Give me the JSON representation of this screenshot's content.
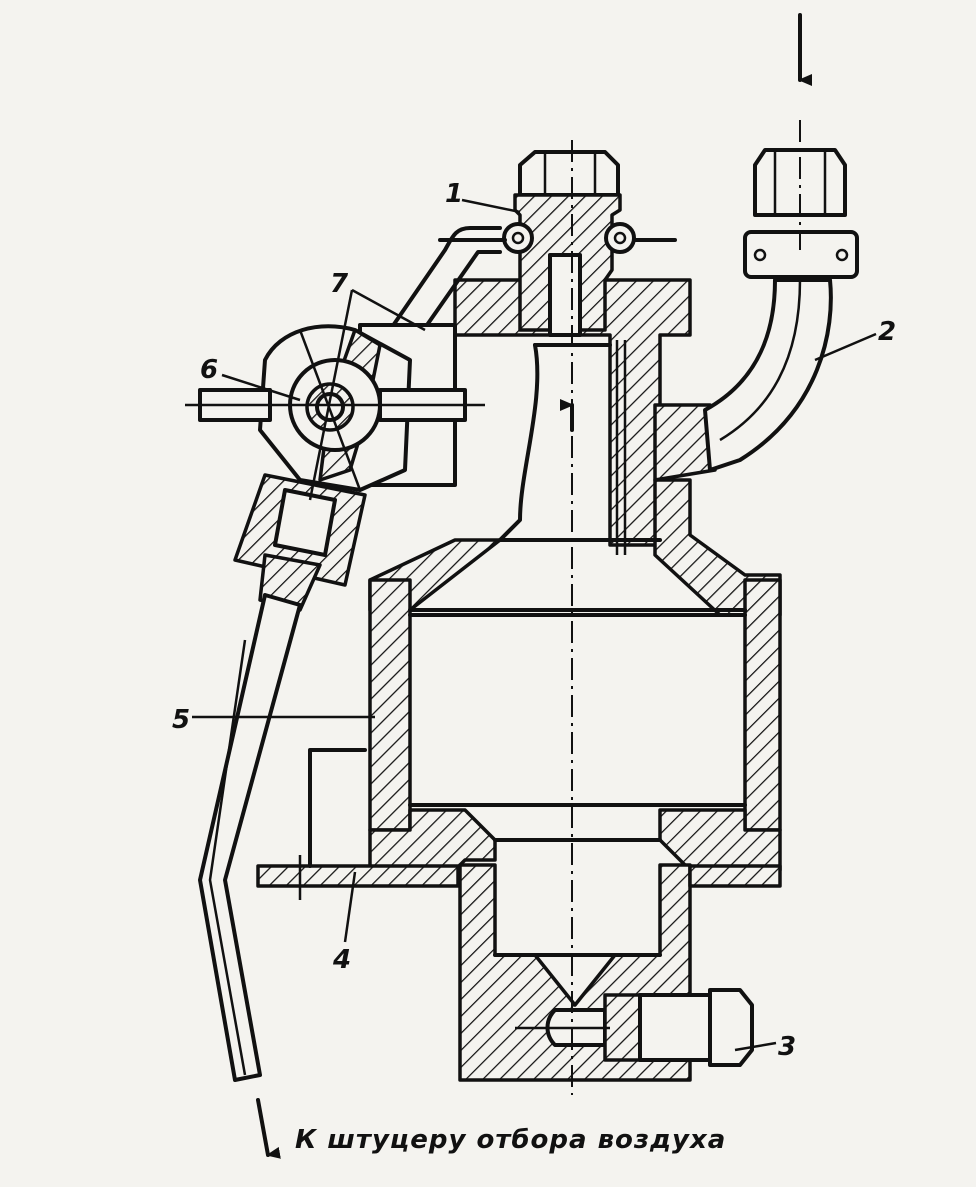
{
  "callouts": [
    {
      "id": "1",
      "text": "1"
    },
    {
      "id": "2",
      "text": "2"
    },
    {
      "id": "3",
      "text": "3"
    },
    {
      "id": "4",
      "text": "4"
    },
    {
      "id": "5",
      "text": "5"
    },
    {
      "id": "6",
      "text": "6"
    },
    {
      "id": "7",
      "text": "7"
    }
  ],
  "caption": "К штуцеру отбора воздуха",
  "colors": {
    "ink": "#111111",
    "paper": "#f4f3ef"
  }
}
